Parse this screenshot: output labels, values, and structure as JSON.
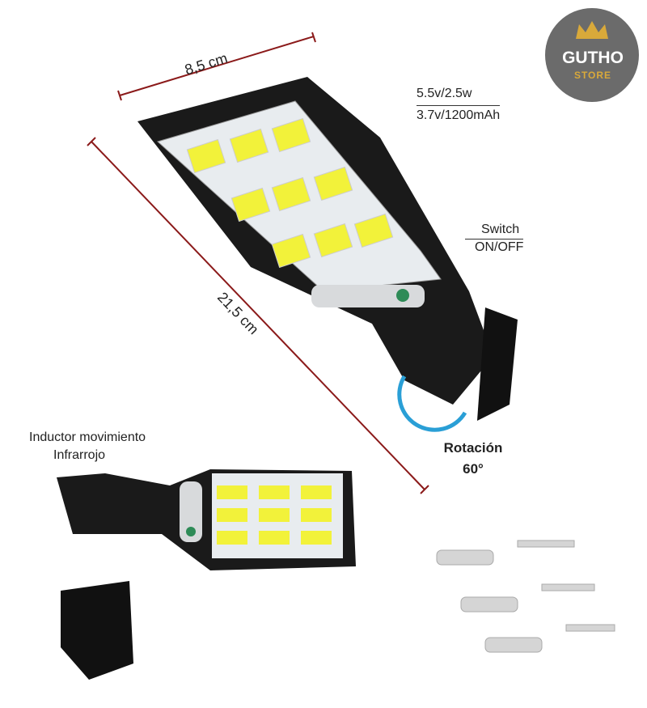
{
  "logo": {
    "brand": "GUTHO",
    "sub": "STORE",
    "bg_color": "#6b6b6b",
    "gold_color": "#d9a93a"
  },
  "dimensions": {
    "width": "8,5 cm",
    "length": "21,5 cm",
    "line_color": "#8b1a1a"
  },
  "specs": {
    "line1": "5.5v/2.5w",
    "line2": "3.7v/1200mAh"
  },
  "switch": {
    "line1": "Switch",
    "line2": "ON/OFF"
  },
  "sensor": {
    "line1": "Inductor movimiento",
    "line2": "Infrarrojo"
  },
  "rotation": {
    "line1": "Rotación",
    "line2": "60°",
    "arrow_color": "#2a9fd6"
  },
  "led_color": "#f2f23a"
}
